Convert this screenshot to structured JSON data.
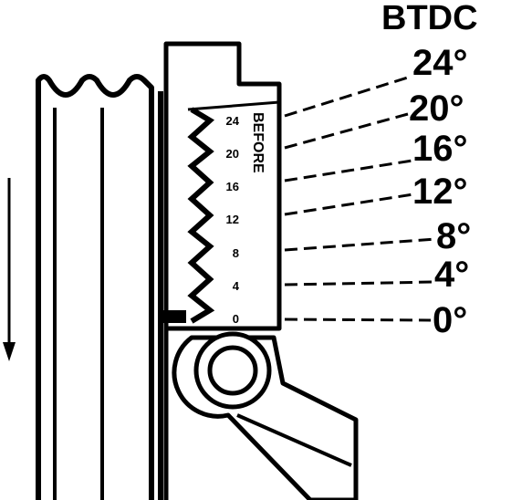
{
  "heading": "BTDC",
  "before_label": "BEFORE",
  "scale_ticks": [
    "24",
    "20",
    "16",
    "12",
    "8",
    "4",
    "0"
  ],
  "callouts": [
    "24°",
    "20°",
    "16°",
    "12°",
    "8°",
    "4°",
    "0°"
  ],
  "colors": {
    "ink": "#000000",
    "paper": "#ffffff"
  },
  "icons": {
    "rotation": "arrow-down-icon"
  }
}
